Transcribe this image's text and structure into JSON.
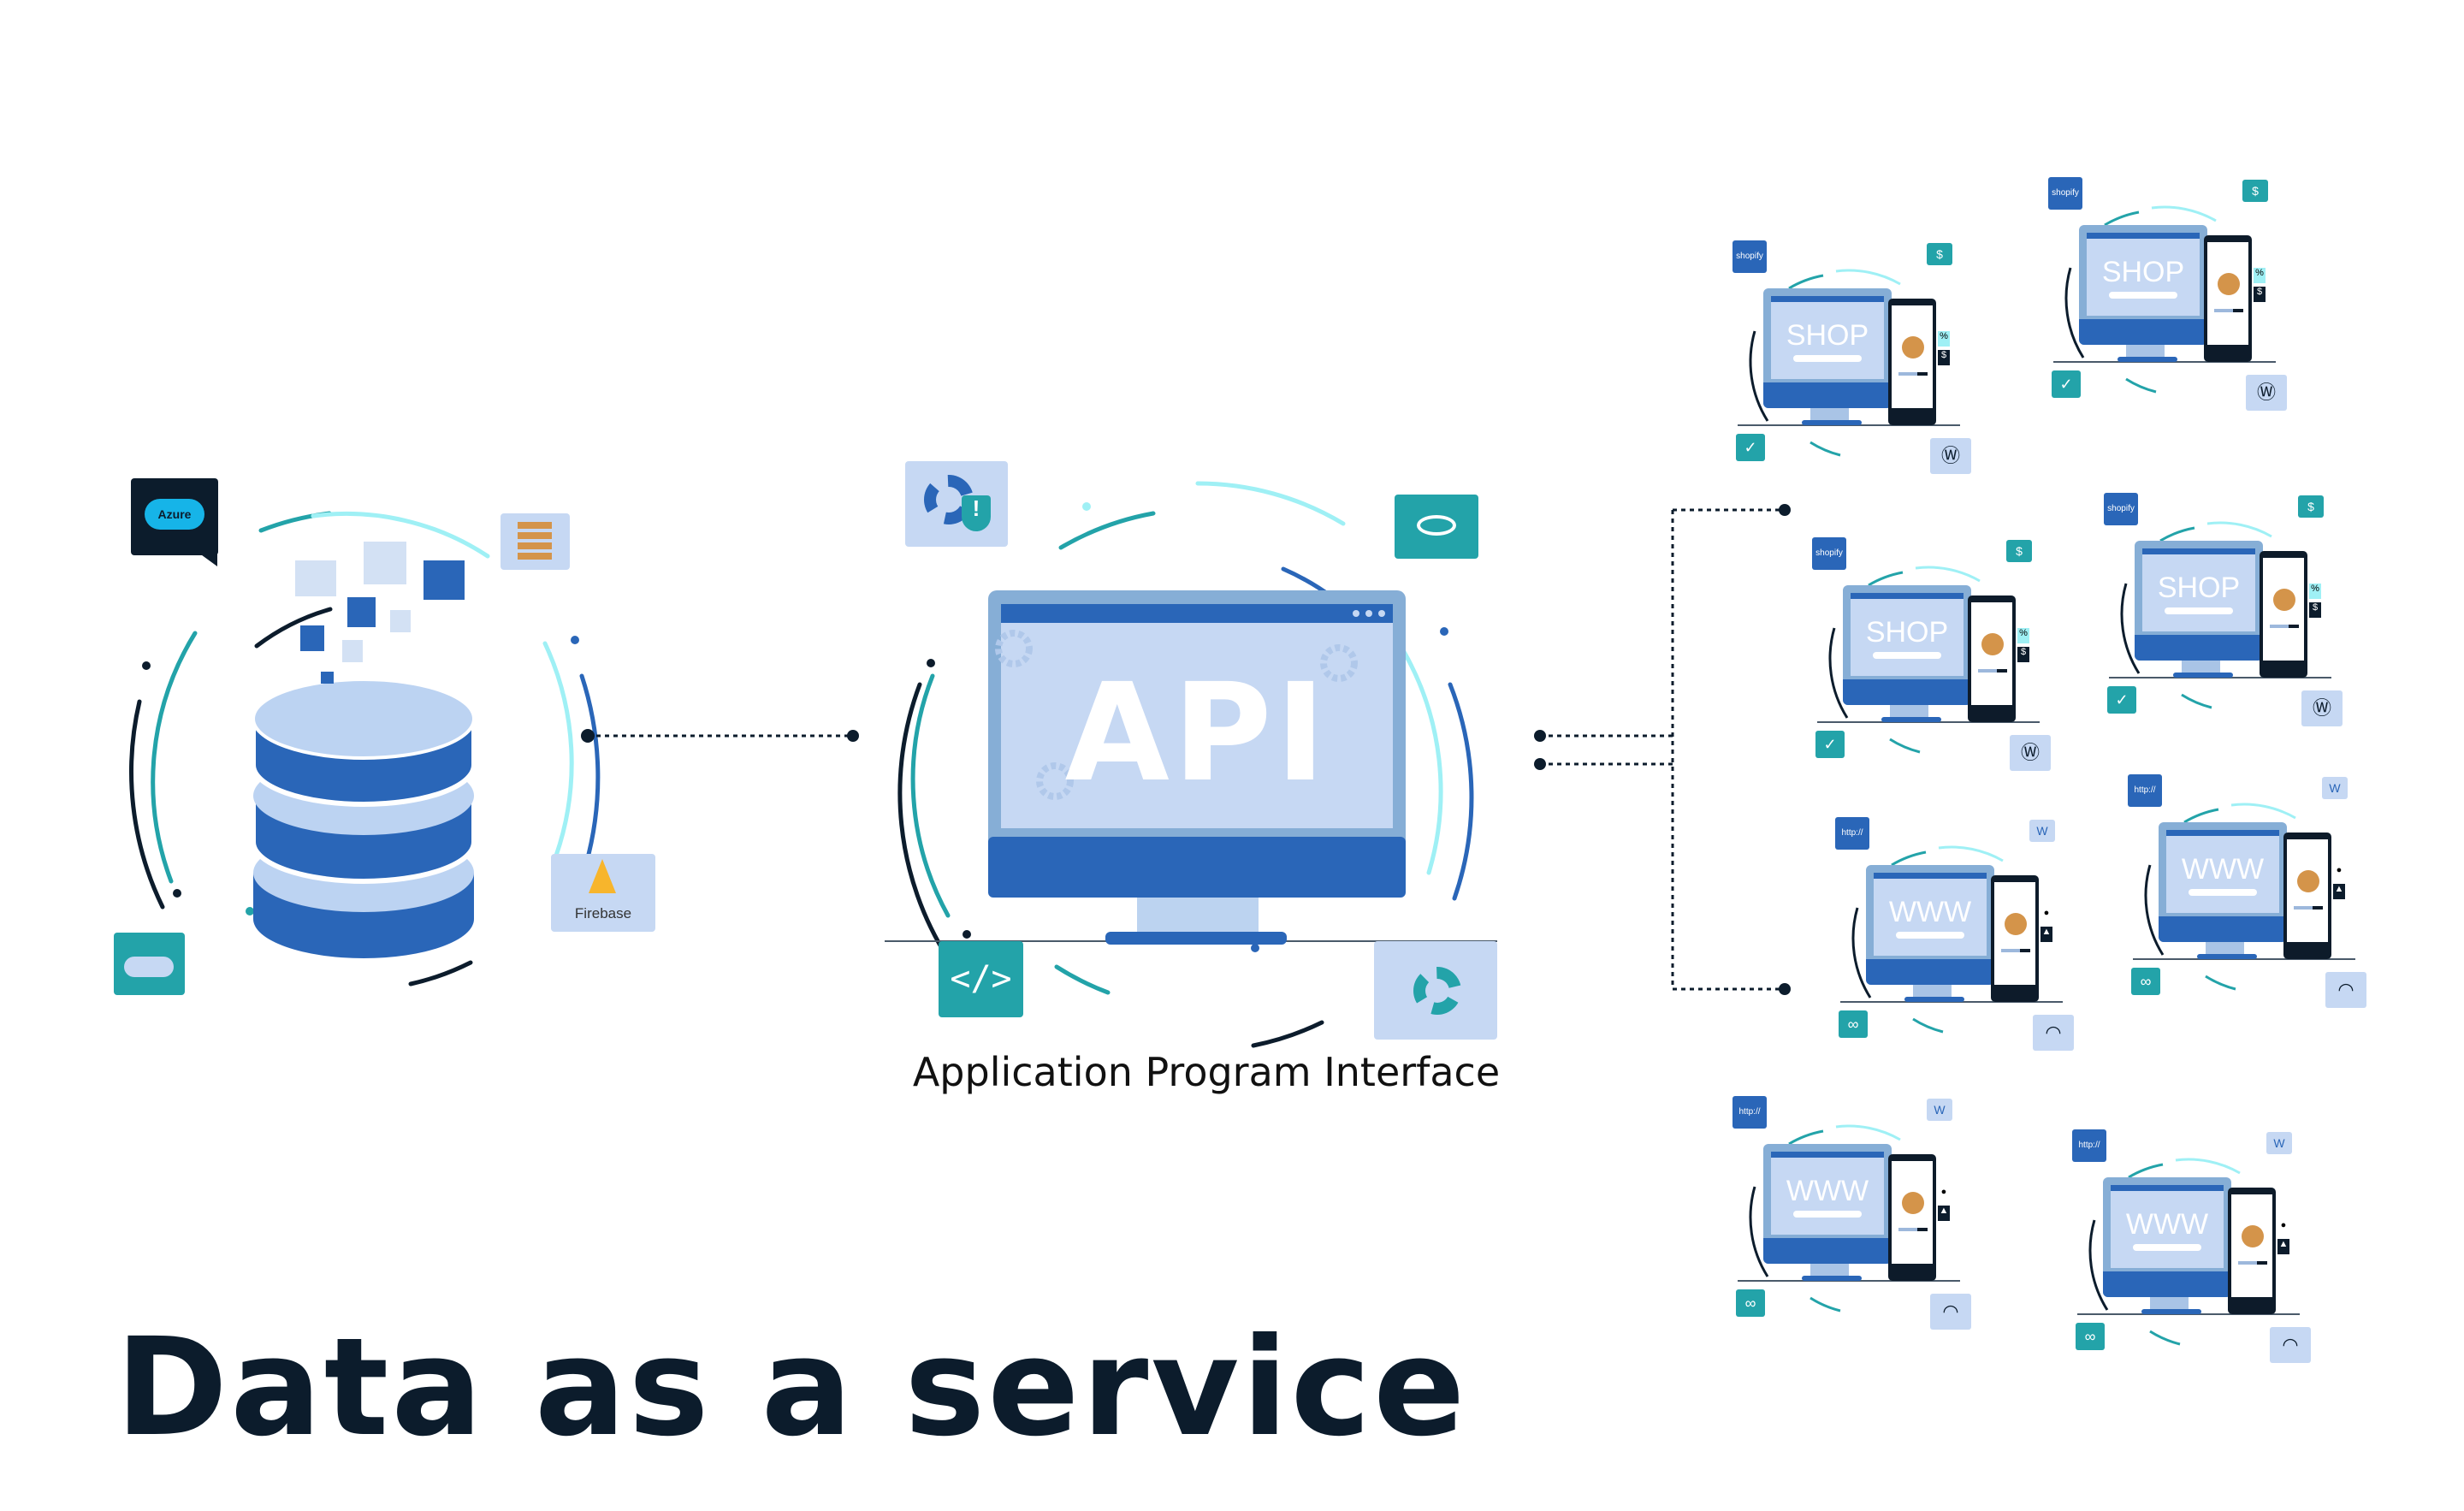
{
  "title": "Data as a service",
  "api": {
    "label": "API",
    "caption": "Application Program Interface"
  },
  "sources": {
    "azure": "Azure",
    "firebase": "Firebase"
  },
  "colors": {
    "navy": "#0c1c2c",
    "blue": "#2a66b8",
    "light_blue": "#c6d8f3",
    "teal": "#23a3a9",
    "cyan": "#9ff0f5",
    "orange": "#d4944a"
  },
  "clients": [
    {
      "label": "SHOP",
      "kind": "shop",
      "tag": "shopify"
    },
    {
      "label": "SHOP",
      "kind": "shop",
      "tag": "shopify"
    },
    {
      "label": "SHOP",
      "kind": "shop",
      "tag": "shopify"
    },
    {
      "label": "SHOP",
      "kind": "shop",
      "tag": "shopify"
    },
    {
      "label": "WWW",
      "kind": "web",
      "tag": "http://"
    },
    {
      "label": "WWW",
      "kind": "web",
      "tag": "http://"
    },
    {
      "label": "WWW",
      "kind": "web",
      "tag": "http://"
    },
    {
      "label": "WWW",
      "kind": "web",
      "tag": "http://"
    }
  ]
}
